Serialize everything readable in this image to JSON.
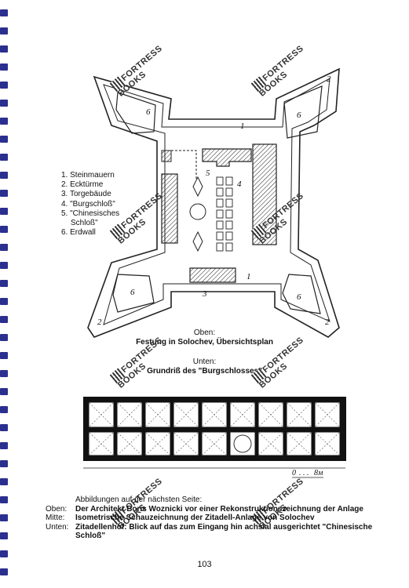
{
  "legend": [
    "1. Steinmauern",
    "2. Ecktürme",
    "3. Torgebäude",
    "4. \"Burgschloß\"",
    "5. \"Chinesisches",
    "Schloß\"",
    "6. Erdwall"
  ],
  "plan_numbers": {
    "one": "1",
    "two": "2",
    "three": "3",
    "four": "4",
    "five": "5",
    "six": "6"
  },
  "caption_top": {
    "label": "Oben:",
    "title": "Festung in Solochev, Übersichtsplan"
  },
  "caption_bottom": {
    "label": "Unten:",
    "title": "Grundriß des \"Burgschlosses\""
  },
  "scale": {
    "zero": "0",
    "dots": ". . .",
    "value": "8м"
  },
  "intro": "Abbildungen auf der nächsten Seite:",
  "descriptions": [
    {
      "label": "Oben:",
      "text": "Der Architekt Boris Woznicki vor einer Rekonstruktionszeichnung der Anlage"
    },
    {
      "label": "Mitte:",
      "text": "Isometrische Schauzeichnung der Zitadell-Anlage von Solochev"
    },
    {
      "label": "Unten:",
      "text": "Zitadellenhof: Blick auf das zum Eingang hin achsial ausgerichtet \"Chinesische Schloß\""
    }
  ],
  "watermark": {
    "line1": "FORTRESS",
    "line2": "BOOKS"
  },
  "page_number": "103"
}
